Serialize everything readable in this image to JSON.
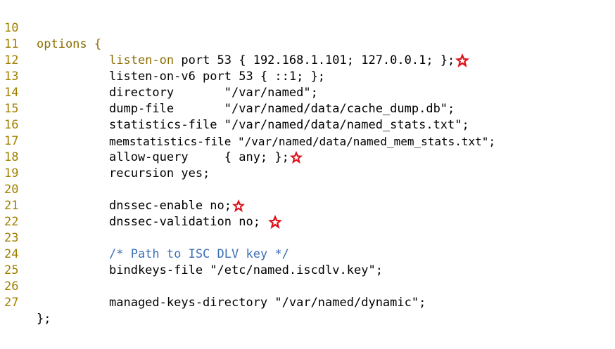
{
  "colors": {
    "line_number": "#a08000",
    "keyword": "#8a6d00",
    "comment": "#3b6fb6",
    "text": "#000000",
    "star_marker": "#e0101a"
  },
  "lines": [
    {
      "n": "10",
      "code": "options {"
    },
    {
      "n": "11",
      "kw": "listen-on",
      "code": " port 53 { 192.168.1.101; 127.0.0.1; };"
    },
    {
      "n": "12",
      "code": "listen-on-v6 port 53 { ::1; };"
    },
    {
      "n": "13",
      "code": "directory       \"/var/named\";"
    },
    {
      "n": "14",
      "code": "dump-file       \"/var/named/data/cache_dump.db\";"
    },
    {
      "n": "15",
      "code": "statistics-file \"/var/named/data/named_stats.txt\";"
    },
    {
      "n": "16",
      "code": "memstatistics-file \"/var/named/data/named_mem_stats.txt\";"
    },
    {
      "n": "17",
      "code": "allow-query     { any; };"
    },
    {
      "n": "18",
      "code": "recursion yes;"
    },
    {
      "n": "19",
      "code": ""
    },
    {
      "n": "20",
      "code": "dnssec-enable no;"
    },
    {
      "n": "21",
      "code": "dnssec-validation no;"
    },
    {
      "n": "22",
      "code": ""
    },
    {
      "n": "23",
      "comment": "/* Path to ISC DLV key */"
    },
    {
      "n": "24",
      "code": "bindkeys-file \"/etc/named.iscdlv.key\";"
    },
    {
      "n": "25",
      "code": ""
    },
    {
      "n": "26",
      "code": "managed-keys-directory \"/var/named/dynamic\";"
    },
    {
      "n": "27",
      "code": "};"
    }
  ],
  "star_icon": "star-marker-icon"
}
